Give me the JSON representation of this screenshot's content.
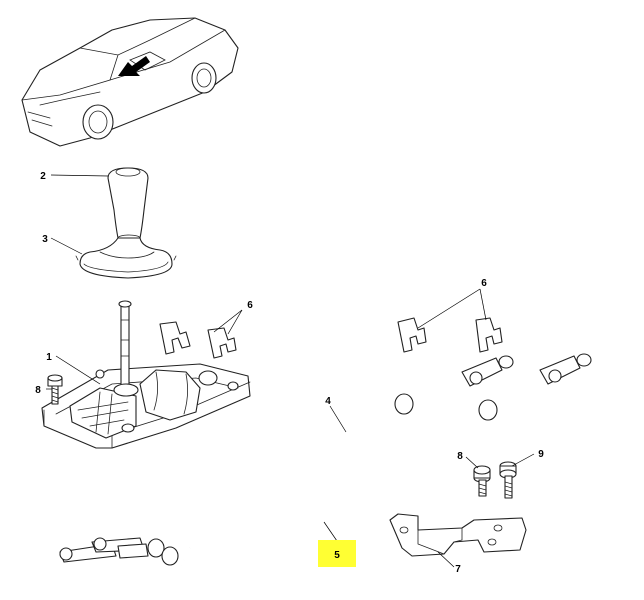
{
  "diagram": {
    "callouts": [
      {
        "id": "c2",
        "label": "2"
      },
      {
        "id": "c3",
        "label": "3"
      },
      {
        "id": "c6a",
        "label": "6"
      },
      {
        "id": "c6b",
        "label": "6"
      },
      {
        "id": "c1",
        "label": "1"
      },
      {
        "id": "c8a",
        "label": "8"
      },
      {
        "id": "c4",
        "label": "4"
      },
      {
        "id": "c8b",
        "label": "8"
      },
      {
        "id": "c9",
        "label": "9"
      },
      {
        "id": "c5",
        "label": "5"
      },
      {
        "id": "c7",
        "label": "7"
      }
    ],
    "highlight_color": "#ffff33",
    "highlighted_callout": "5"
  }
}
